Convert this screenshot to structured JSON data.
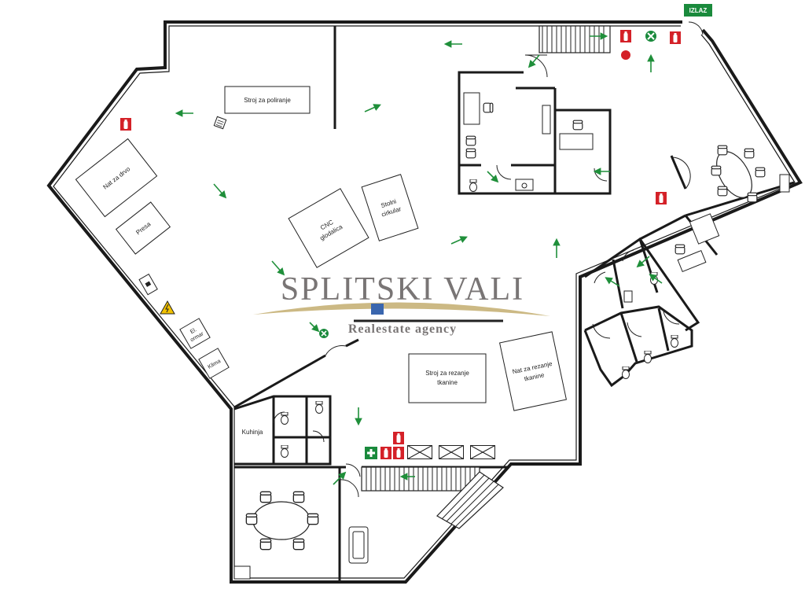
{
  "exit_label": "IZLAZ",
  "watermark": {
    "title": "SPLITSKI VALI",
    "subtitle": "Realestate agency"
  },
  "rooms": {
    "stroj_za_poliranje": "Stroj za poliranje",
    "nat_za_drvo": "Nat za drvo",
    "presa": "Presa",
    "cnc_line1": "CNC",
    "cnc_line2": "glodalica",
    "stolni_line1": "Stolni",
    "stolni_line2": "cirkular",
    "el_ormar_line1": "El.",
    "el_ormar_line2": "ormar",
    "klima": "Klima",
    "kuhinja": "Kuhinja",
    "stroj_rezanje_line1": "Stroj za rezanje",
    "stroj_rezanje_line2": "tkanine",
    "nat_rezanje_line1": "Nat za rezanje",
    "nat_rezanje_line2": "tkanine"
  },
  "colors": {
    "wall": "#1a1a1a",
    "arrow": "#1f8f3a",
    "extinguisher": "#d42128",
    "exit_sign": "#1a8a3c",
    "first_aid": "#1a8a3c",
    "hazard": "#f2c200",
    "watermark_gold": "#c8b47a",
    "watermark_blue": "#2a5aa8"
  },
  "icons": [
    "fire-extinguisher-icon",
    "exit-sign-icon",
    "evacuation-arrow-icon",
    "first-aid-icon",
    "electrical-hazard-icon",
    "assembly-point-icon",
    "toilet-icon",
    "chair-icon",
    "door-icon",
    "stairs-icon"
  ]
}
